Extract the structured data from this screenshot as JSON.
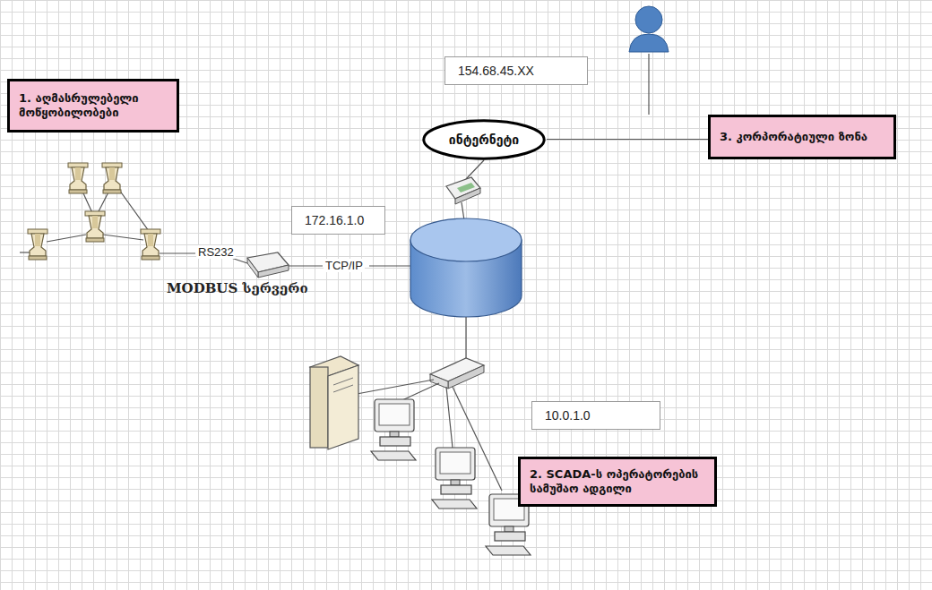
{
  "diagram": {
    "nodes": [
      {
        "text": [
          "1. აღმასრულებელი მოწყობილობები"
        ]
      },
      {
        "text": [
          "154.68.45.XX"
        ]
      },
      {
        "text": [
          "ინტერნეტი"
        ]
      },
      {
        "text": [
          "3. კორპორატიული ზონა"
        ]
      },
      {
        "text": [
          "172.16.1.0"
        ]
      },
      {
        "text": [
          "10.0.1.0"
        ]
      },
      {
        "text": [
          "2. SCADA-ს ოპერატორების სამუშაო ადგილი"
        ]
      }
    ],
    "edges": [
      {
        "from": 2,
        "to": 3,
        "arrow": "none"
      }
    ],
    "labels": [
      "RS232",
      "TCP/IP",
      "MODBUS სერვერი"
    ]
  }
}
